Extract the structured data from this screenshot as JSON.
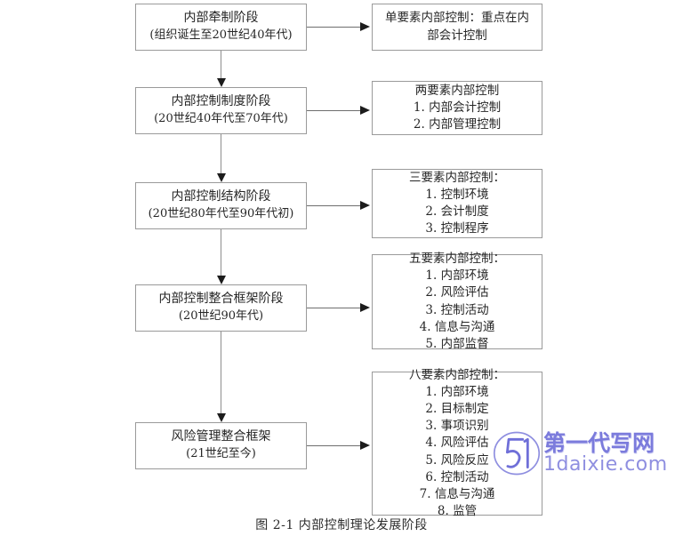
{
  "figure": {
    "caption": "图 2-1  内部控制理论发展阶段"
  },
  "stages": [
    {
      "id": "stage-1",
      "title": "内部牵制阶段",
      "period": "(组织诞生至20世纪40年代)"
    },
    {
      "id": "stage-2",
      "title": "内部控制制度阶段",
      "period": "(20世纪40年代至70年代)"
    },
    {
      "id": "stage-3",
      "title": "内部控制结构阶段",
      "period": "(20世纪80年代至90年代初)"
    },
    {
      "id": "stage-4",
      "title": "内部控制整合框架阶段",
      "period": "(20世纪90年代)"
    },
    {
      "id": "stage-5",
      "title": "风险管理整合框架",
      "period": "(21世纪至今)"
    }
  ],
  "details": [
    {
      "id": "detail-1",
      "heading": "",
      "lines": [
        "单要素内部控制：重点在内",
        "部会计控制"
      ],
      "align": "center"
    },
    {
      "id": "detail-2",
      "heading": "两要素内部控制",
      "lines": [
        "1. 内部会计控制",
        "2. 内部管理控制"
      ],
      "align": "left"
    },
    {
      "id": "detail-3",
      "heading": "三要素内部控制：",
      "lines": [
        "1. 控制环境",
        "2. 会计制度",
        "3. 控制程序"
      ],
      "align": "center"
    },
    {
      "id": "detail-4",
      "heading": "五要素内部控制：",
      "lines": [
        "1. 内部环境",
        "2. 风险评估",
        "3. 控制活动",
        "4. 信息与沟通",
        "5. 内部监督"
      ],
      "align": "center"
    },
    {
      "id": "detail-5",
      "heading": "八要素内部控制：",
      "lines": [
        "1. 内部环境",
        "2. 目标制定",
        "3. 事项识别",
        "4. 风险评估",
        "5. 风险反应",
        "6. 控制活动",
        "7. 信息与沟通",
        "8. 监管"
      ],
      "align": "center"
    }
  ],
  "watermark": {
    "logo": "51-logo-icon",
    "brand": "第一代写网",
    "url": "1daixie.com",
    "color": "#7b7bdc"
  },
  "colors": {
    "box_border": "#9a9a9a",
    "connector": "#8d8d8d",
    "arrow": "#1c1c1c",
    "text": "#262626",
    "background": "#ffffff"
  }
}
